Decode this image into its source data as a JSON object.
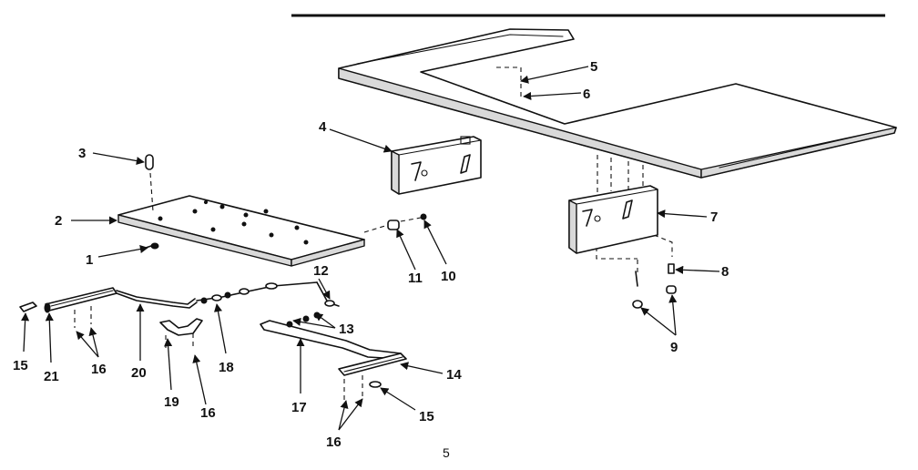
{
  "page": {
    "number": "5"
  },
  "callouts": {
    "c1": "1",
    "c2": "2",
    "c3": "3",
    "c4": "4",
    "c5": "5",
    "c6": "6",
    "c7": "7",
    "c8": "8",
    "c9": "9",
    "c10": "10",
    "c11": "11",
    "c12": "12",
    "c13": "13",
    "c14": "14",
    "c15a": "15",
    "c15b": "15",
    "c16a": "16",
    "c16b": "16",
    "c16c": "16",
    "c17": "17",
    "c18": "18",
    "c19": "19",
    "c20": "20",
    "c21": "21"
  }
}
